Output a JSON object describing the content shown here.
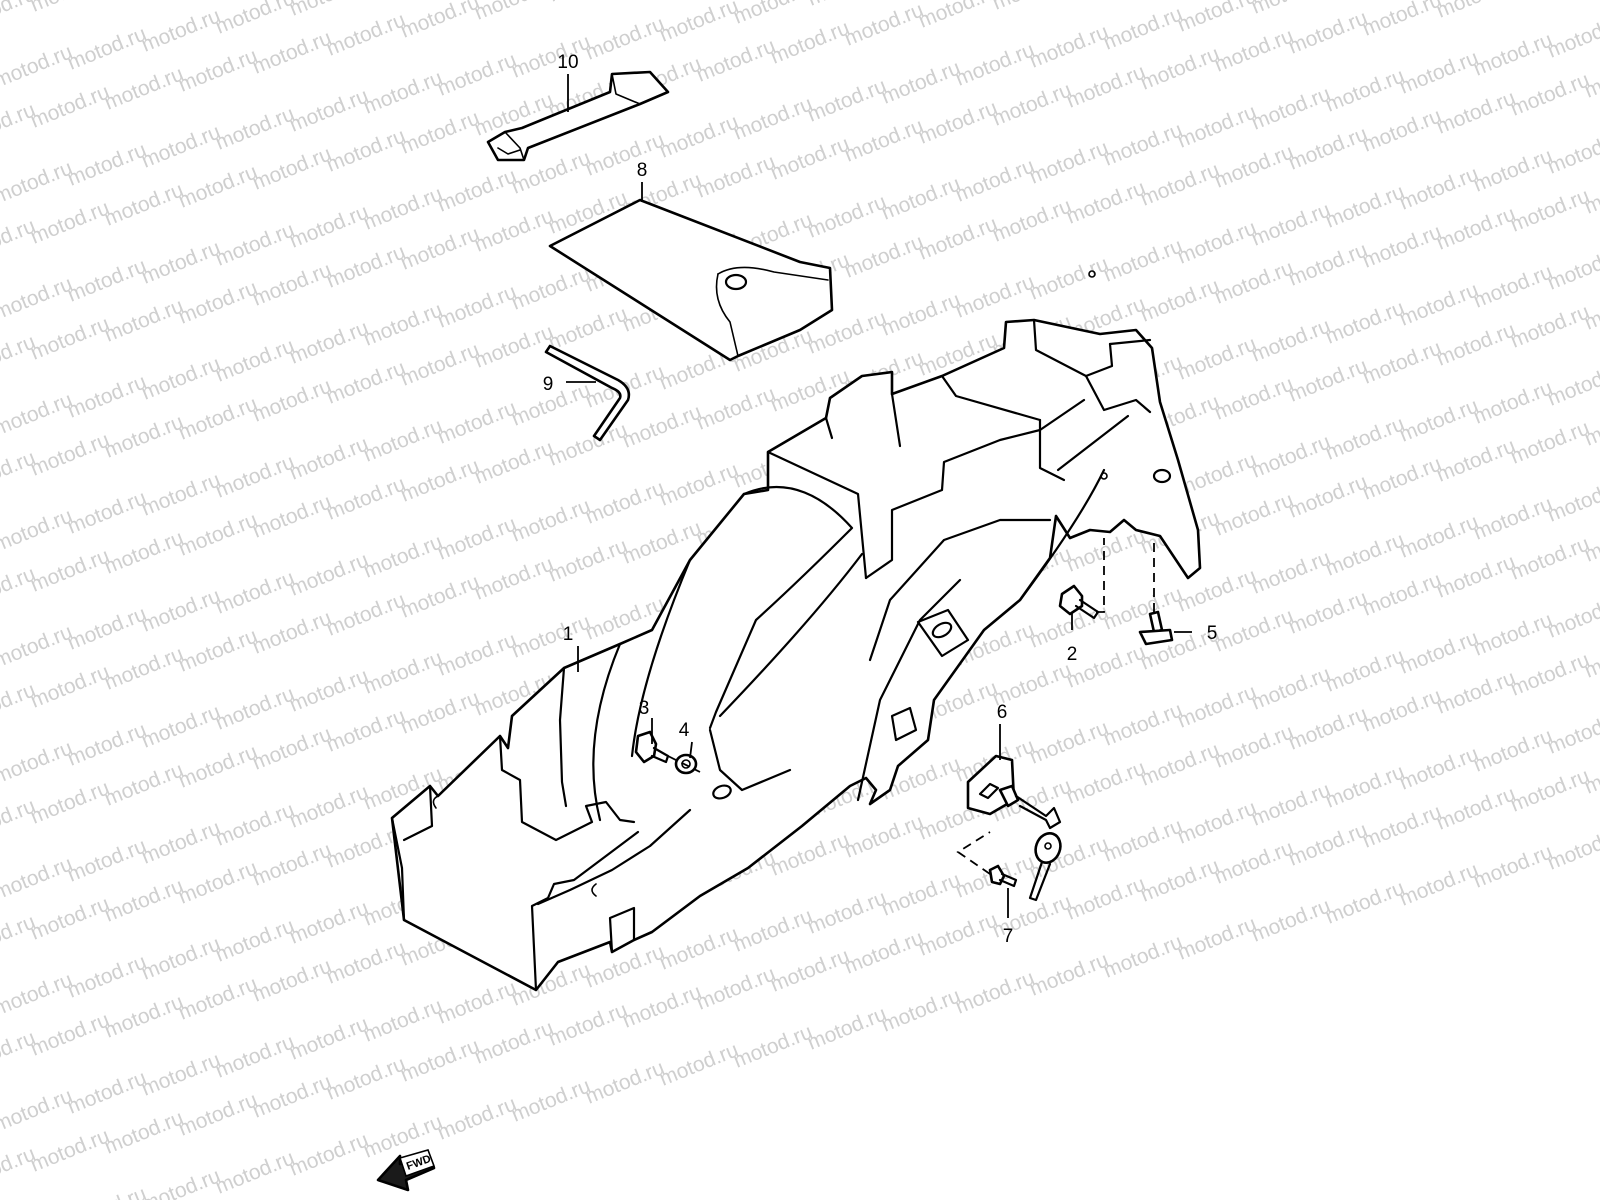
{
  "watermark": {
    "text": "motod.ru"
  },
  "callouts": [
    {
      "id": "1",
      "label": "1"
    },
    {
      "id": "2",
      "label": "2"
    },
    {
      "id": "3",
      "label": "3"
    },
    {
      "id": "4",
      "label": "4"
    },
    {
      "id": "5",
      "label": "5"
    },
    {
      "id": "6",
      "label": "6"
    },
    {
      "id": "7",
      "label": "7"
    },
    {
      "id": "8",
      "label": "8"
    },
    {
      "id": "9",
      "label": "9"
    },
    {
      "id": "10",
      "label": "10"
    }
  ],
  "direction_indicator": {
    "label": "FWD"
  }
}
